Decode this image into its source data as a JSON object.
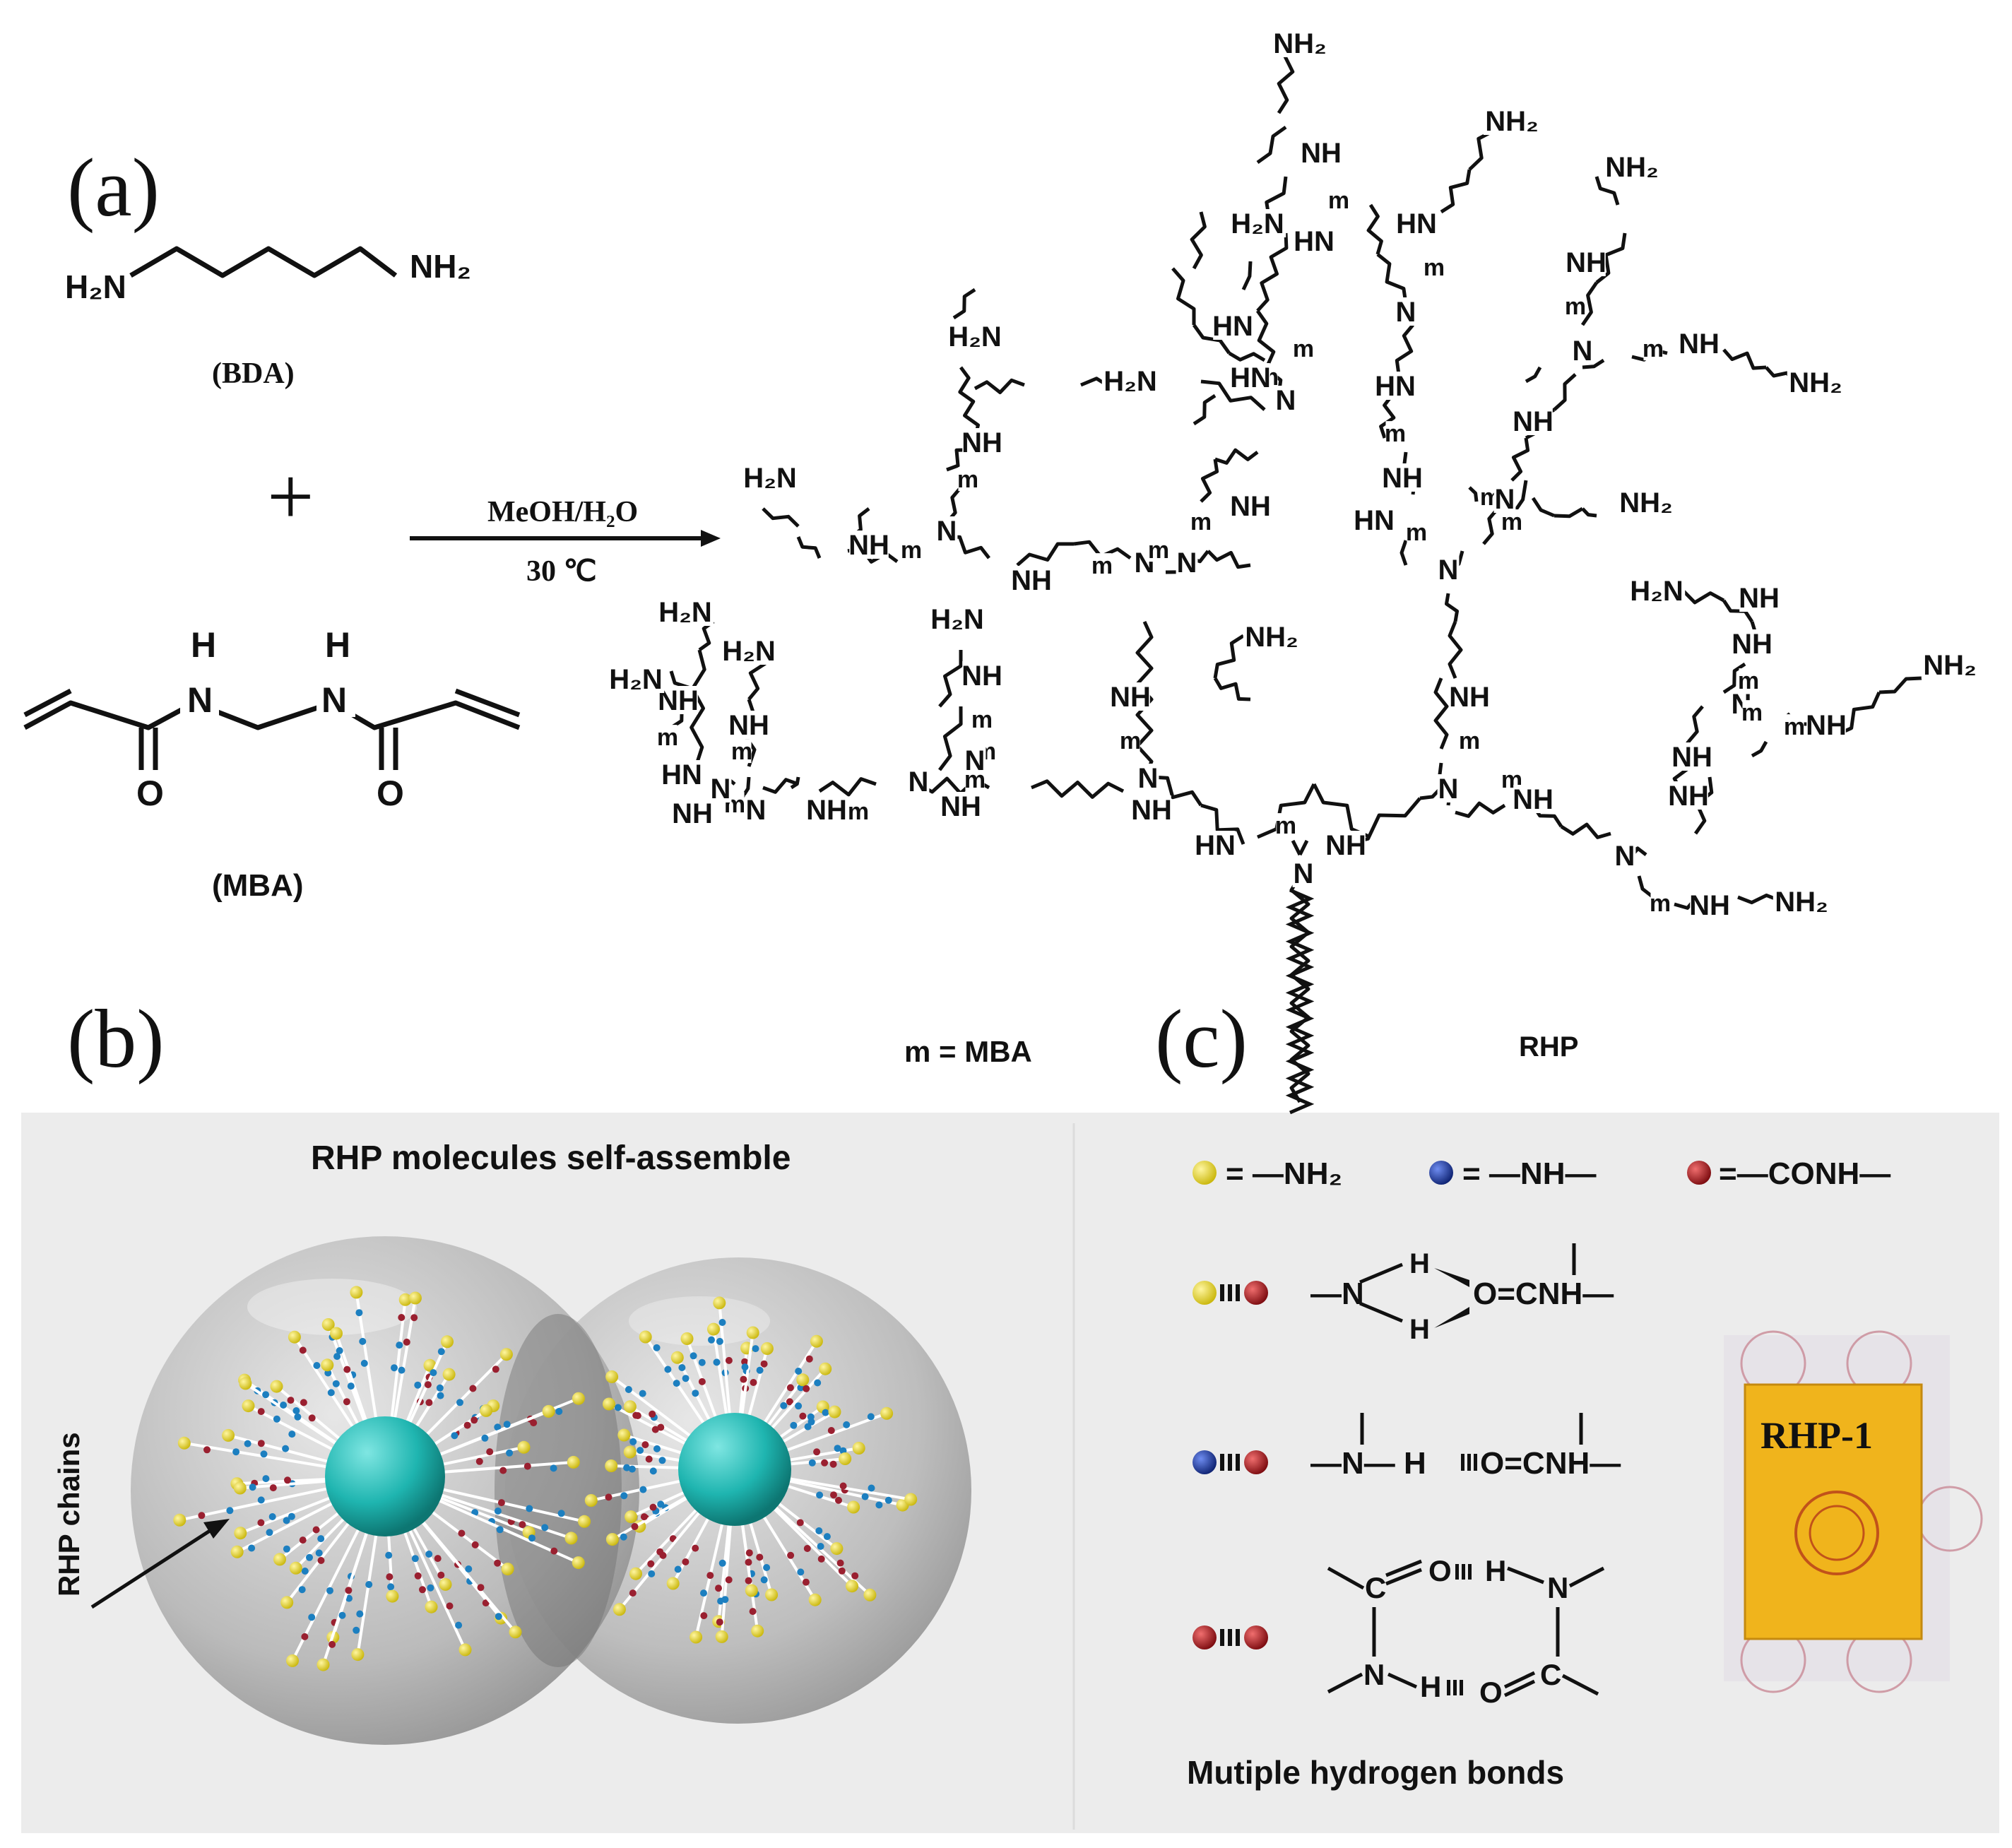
{
  "panel_labels": {
    "a": "(a)",
    "b": "(b)",
    "c": "(c)"
  },
  "panel_a": {
    "bda_nh2_left": "H₂N",
    "bda_nh2_right": "NH₂",
    "bda_name": "(BDA)",
    "plus": "+",
    "condition_top": "MeOH/H₂O",
    "condition_bottom": "30 ℃",
    "mba_h1": "H",
    "mba_h2": "H",
    "mba_n1": "N",
    "mba_n2": "N",
    "mba_o1": "O",
    "mba_o2": "O",
    "mba_name": "(MBA)",
    "m_definition": "m = MBA",
    "product_name": "RHP",
    "structure_labels": {
      "nh2": "NH₂",
      "h2n": "H₂N",
      "nh": "NH",
      "hn": "HN",
      "n": "N",
      "m": "m"
    }
  },
  "panel_b": {
    "title": "RHP molecules self-assemble",
    "arrow_label": "RHP chains"
  },
  "panel_c": {
    "legend": [
      {
        "color": "#e8d81c",
        "formula": "= —NH₂"
      },
      {
        "color": "#1c3aa8",
        "formula": "= —NH—"
      },
      {
        "color": "#b5141a",
        "formula": "=—CONH—"
      }
    ],
    "bond_rows": [
      {
        "pair": [
          "#e8d81c",
          "#b5141a"
        ],
        "left": "—N",
        "h_top": "H",
        "h_bottom": "H",
        "right": "O=CNH—"
      },
      {
        "pair": [
          "#1c3aa8",
          "#b5141a"
        ],
        "left": "—N— H",
        "right": "O=CNH—"
      },
      {
        "pair": [
          "#b5141a",
          "#b5141a"
        ],
        "c_top": "C",
        "o_top": "O",
        "h_top": "H",
        "n_top": "N",
        "n_bottom": "N",
        "h_bottom": "H",
        "o_bottom": "O",
        "c_bottom": "C"
      }
    ],
    "footer": "Mutiple hydrogen bonds",
    "photo_label": "RHP-1"
  },
  "colors": {
    "yellow": "#e8d81c",
    "blue": "#1c3aa8",
    "red": "#b5141a",
    "teal": "#1fb5b0",
    "panel_bg": "#ececec",
    "photo_yellow": "#f0b41c"
  }
}
